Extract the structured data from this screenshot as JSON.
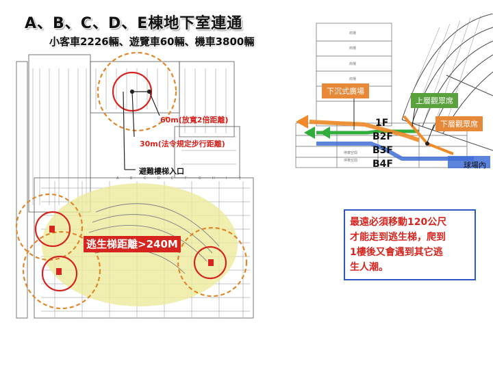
{
  "header": {
    "title": "A、B、C、D、E棟地下室連通",
    "subtitle": "小客車2226輛、遊覽車60輛、機車3800輛"
  },
  "annotations": {
    "dist_60": "60m(放寬2倍距離)",
    "dist_30": "30m(法令規定步行距離)",
    "stair_entrance": "避難樓梯入口",
    "escape_distance": "逃生梯距離>240M"
  },
  "section_labels": {
    "sunken_plaza": "下沉式廣場",
    "upper_seats": "上層觀眾席",
    "lower_seats": "下層觀眾席",
    "stadium_inside": "球場內",
    "floors": [
      "1F",
      "B2F",
      "B3F",
      "B4F"
    ]
  },
  "note": {
    "lines": [
      "最遠必須移動120公尺",
      "才能走到逃生梯，爬到",
      "1樓後又會遇到其它逃",
      "生人潮。"
    ]
  },
  "colors": {
    "accent_red": "#d6241e",
    "dashed_orange": "#e2862a",
    "arrow_green": "#2fae3c",
    "arrow_blue": "#3f6fd6",
    "arrow_orange": "#f08a28",
    "label_green": "#5aa03c",
    "label_orange": "#e8893a",
    "highlight_yellow": "#eceb9a"
  }
}
